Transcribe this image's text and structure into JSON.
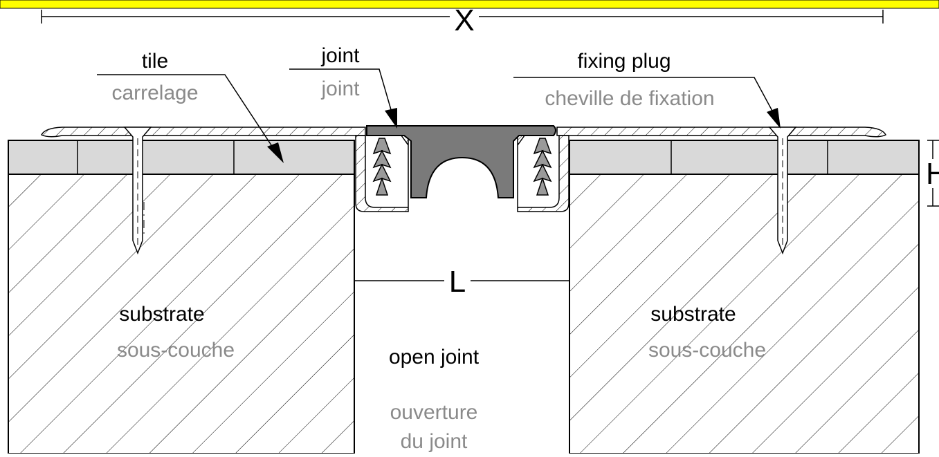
{
  "dimensions": {
    "x": "X",
    "l": "L",
    "h": "H"
  },
  "labels": {
    "tile": {
      "en": "tile",
      "fr": "carrelage"
    },
    "joint": {
      "en": "joint",
      "fr": "joint"
    },
    "fixing_plug": {
      "en": "fixing plug",
      "fr": "cheville de fixation"
    },
    "substrate_left": {
      "en": "substrate",
      "fr": "sous-couche"
    },
    "substrate_right": {
      "en": "substrate",
      "fr": "sous-couche"
    },
    "open_joint": {
      "en": "open joint",
      "fr_line1": "ouverture",
      "fr_line2": "du joint"
    }
  },
  "colors": {
    "top_bar": "#ffff00",
    "tile_fill": "#d9d9d9",
    "profile_fill": "#7a7a7a",
    "french_text": "#8a8a8a",
    "line": "#000000"
  }
}
